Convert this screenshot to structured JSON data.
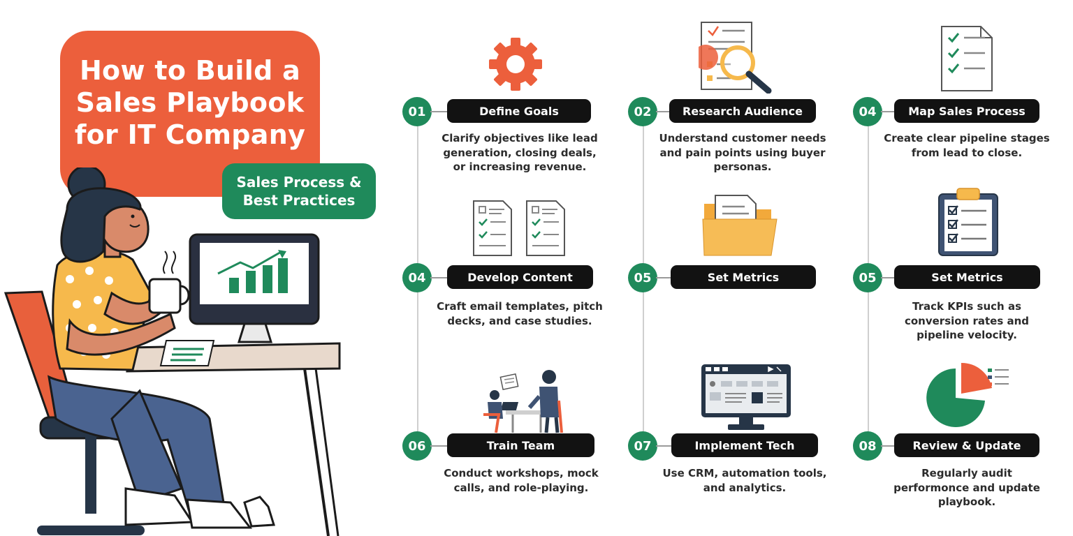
{
  "title": "How to Build a Sales Playbook for IT Company",
  "subtitle": [
    "Sales Process &",
    "Best Practices"
  ],
  "steps": [
    {
      "num": "01",
      "title": "Define Goals",
      "desc": "Clarify objectives like lead generation, closing deals, or increasing revenue.",
      "icon": "gear-icon"
    },
    {
      "num": "02",
      "title": "Research Audience",
      "desc": "Understand customer needs and pain points using buyer personas.",
      "icon": "magnifier-report-icon"
    },
    {
      "num": "04",
      "title": "Map Sales Process",
      "desc": "Create clear pipeline stages from lead to close.",
      "icon": "checklist-document-icon"
    },
    {
      "num": "04",
      "title": "Develop Content",
      "desc": "Craft email templates, pitch decks, and case studies.",
      "icon": "documents-icon"
    },
    {
      "num": "05",
      "title": "Set Metrics",
      "desc": "",
      "icon": "folder-icon"
    },
    {
      "num": "05",
      "title": "Set Metrics",
      "desc": "Track KPIs such as conversion rates and pipeline velocity.",
      "icon": "clipboard-checklist-icon"
    },
    {
      "num": "06",
      "title": "Train Team",
      "desc": "Conduct workshops, mock calls, and role-playing.",
      "icon": "training-meeting-icon"
    },
    {
      "num": "07",
      "title": "Implement Tech",
      "desc": "Use CRM, automation tools, and analytics.",
      "icon": "monitor-dashboard-icon"
    },
    {
      "num": "08",
      "title": "Review & Update",
      "desc": "Regularly audit performonce and update playbook.",
      "icon": "pie-chart-icon"
    }
  ],
  "colors": {
    "accent": "#ec5f3c",
    "green": "#1f8a5b",
    "dark": "#121212",
    "yellow": "#f6b94c"
  }
}
